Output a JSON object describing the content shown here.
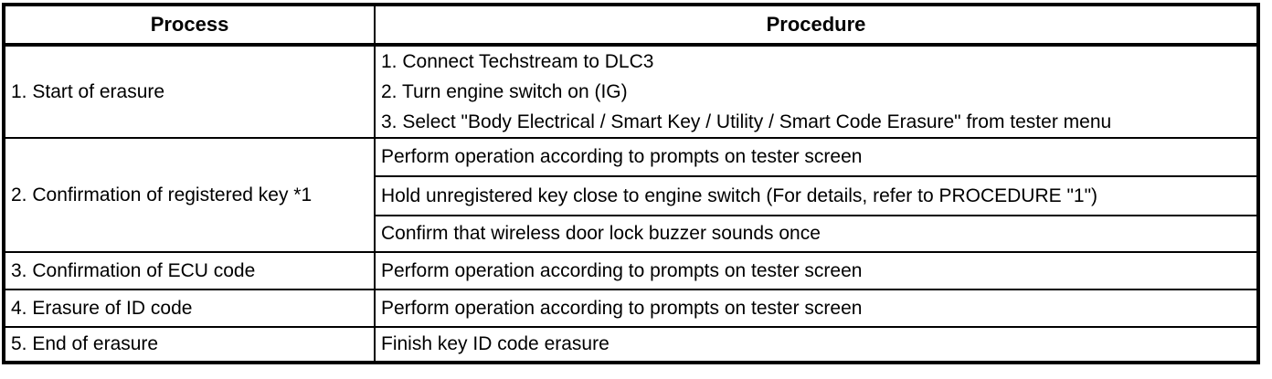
{
  "colors": {
    "border": "#000000",
    "background": "#ffffff",
    "text": "#000000"
  },
  "table": {
    "headers": [
      "Process",
      "Procedure"
    ],
    "rows": [
      {
        "process": "1. Start of erasure",
        "procedures": [
          "1. Connect Techstream to DLC3",
          "2. Turn engine switch on (IG)",
          "3. Select \"Body Electrical / Smart Key / Utility / Smart Code Erasure\" from tester menu"
        ]
      },
      {
        "process": "2. Confirmation of registered key *1",
        "procedures": [
          "Perform operation according to prompts on tester screen",
          "Hold unregistered key close to engine switch (For details, refer to PROCEDURE \"1\")",
          "Confirm that wireless door lock buzzer sounds once"
        ]
      },
      {
        "process": "3. Confirmation of ECU code",
        "procedures": [
          "Perform operation according to prompts on tester screen"
        ]
      },
      {
        "process": "4. Erasure of ID code",
        "procedures": [
          "Perform operation according to prompts on tester screen"
        ]
      },
      {
        "process": "5. End of erasure",
        "procedures": [
          "Finish key ID code erasure"
        ]
      }
    ]
  }
}
